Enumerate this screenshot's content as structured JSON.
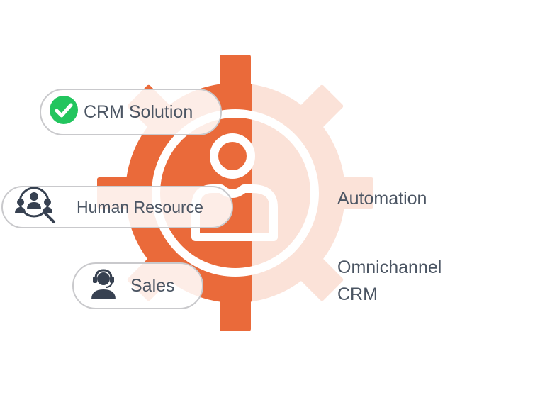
{
  "colors": {
    "gear_solid": "#ea6a3a",
    "gear_faded": "#fbe2d8",
    "text": "#4b5563",
    "check": "#22c55e"
  },
  "pills": {
    "crm_solution": {
      "label": "CRM Solution",
      "icon": "check-circle-icon"
    },
    "human_resource": {
      "label": "Human Resource",
      "icon": "people-search-icon"
    },
    "sales": {
      "label": "Sales",
      "icon": "headset-agent-icon"
    }
  },
  "features": {
    "automation": "Automation",
    "omnichannel_line1": "Omnichannel",
    "omnichannel_line2": "CRM"
  },
  "gear": {
    "icon": "user-gear-icon"
  }
}
